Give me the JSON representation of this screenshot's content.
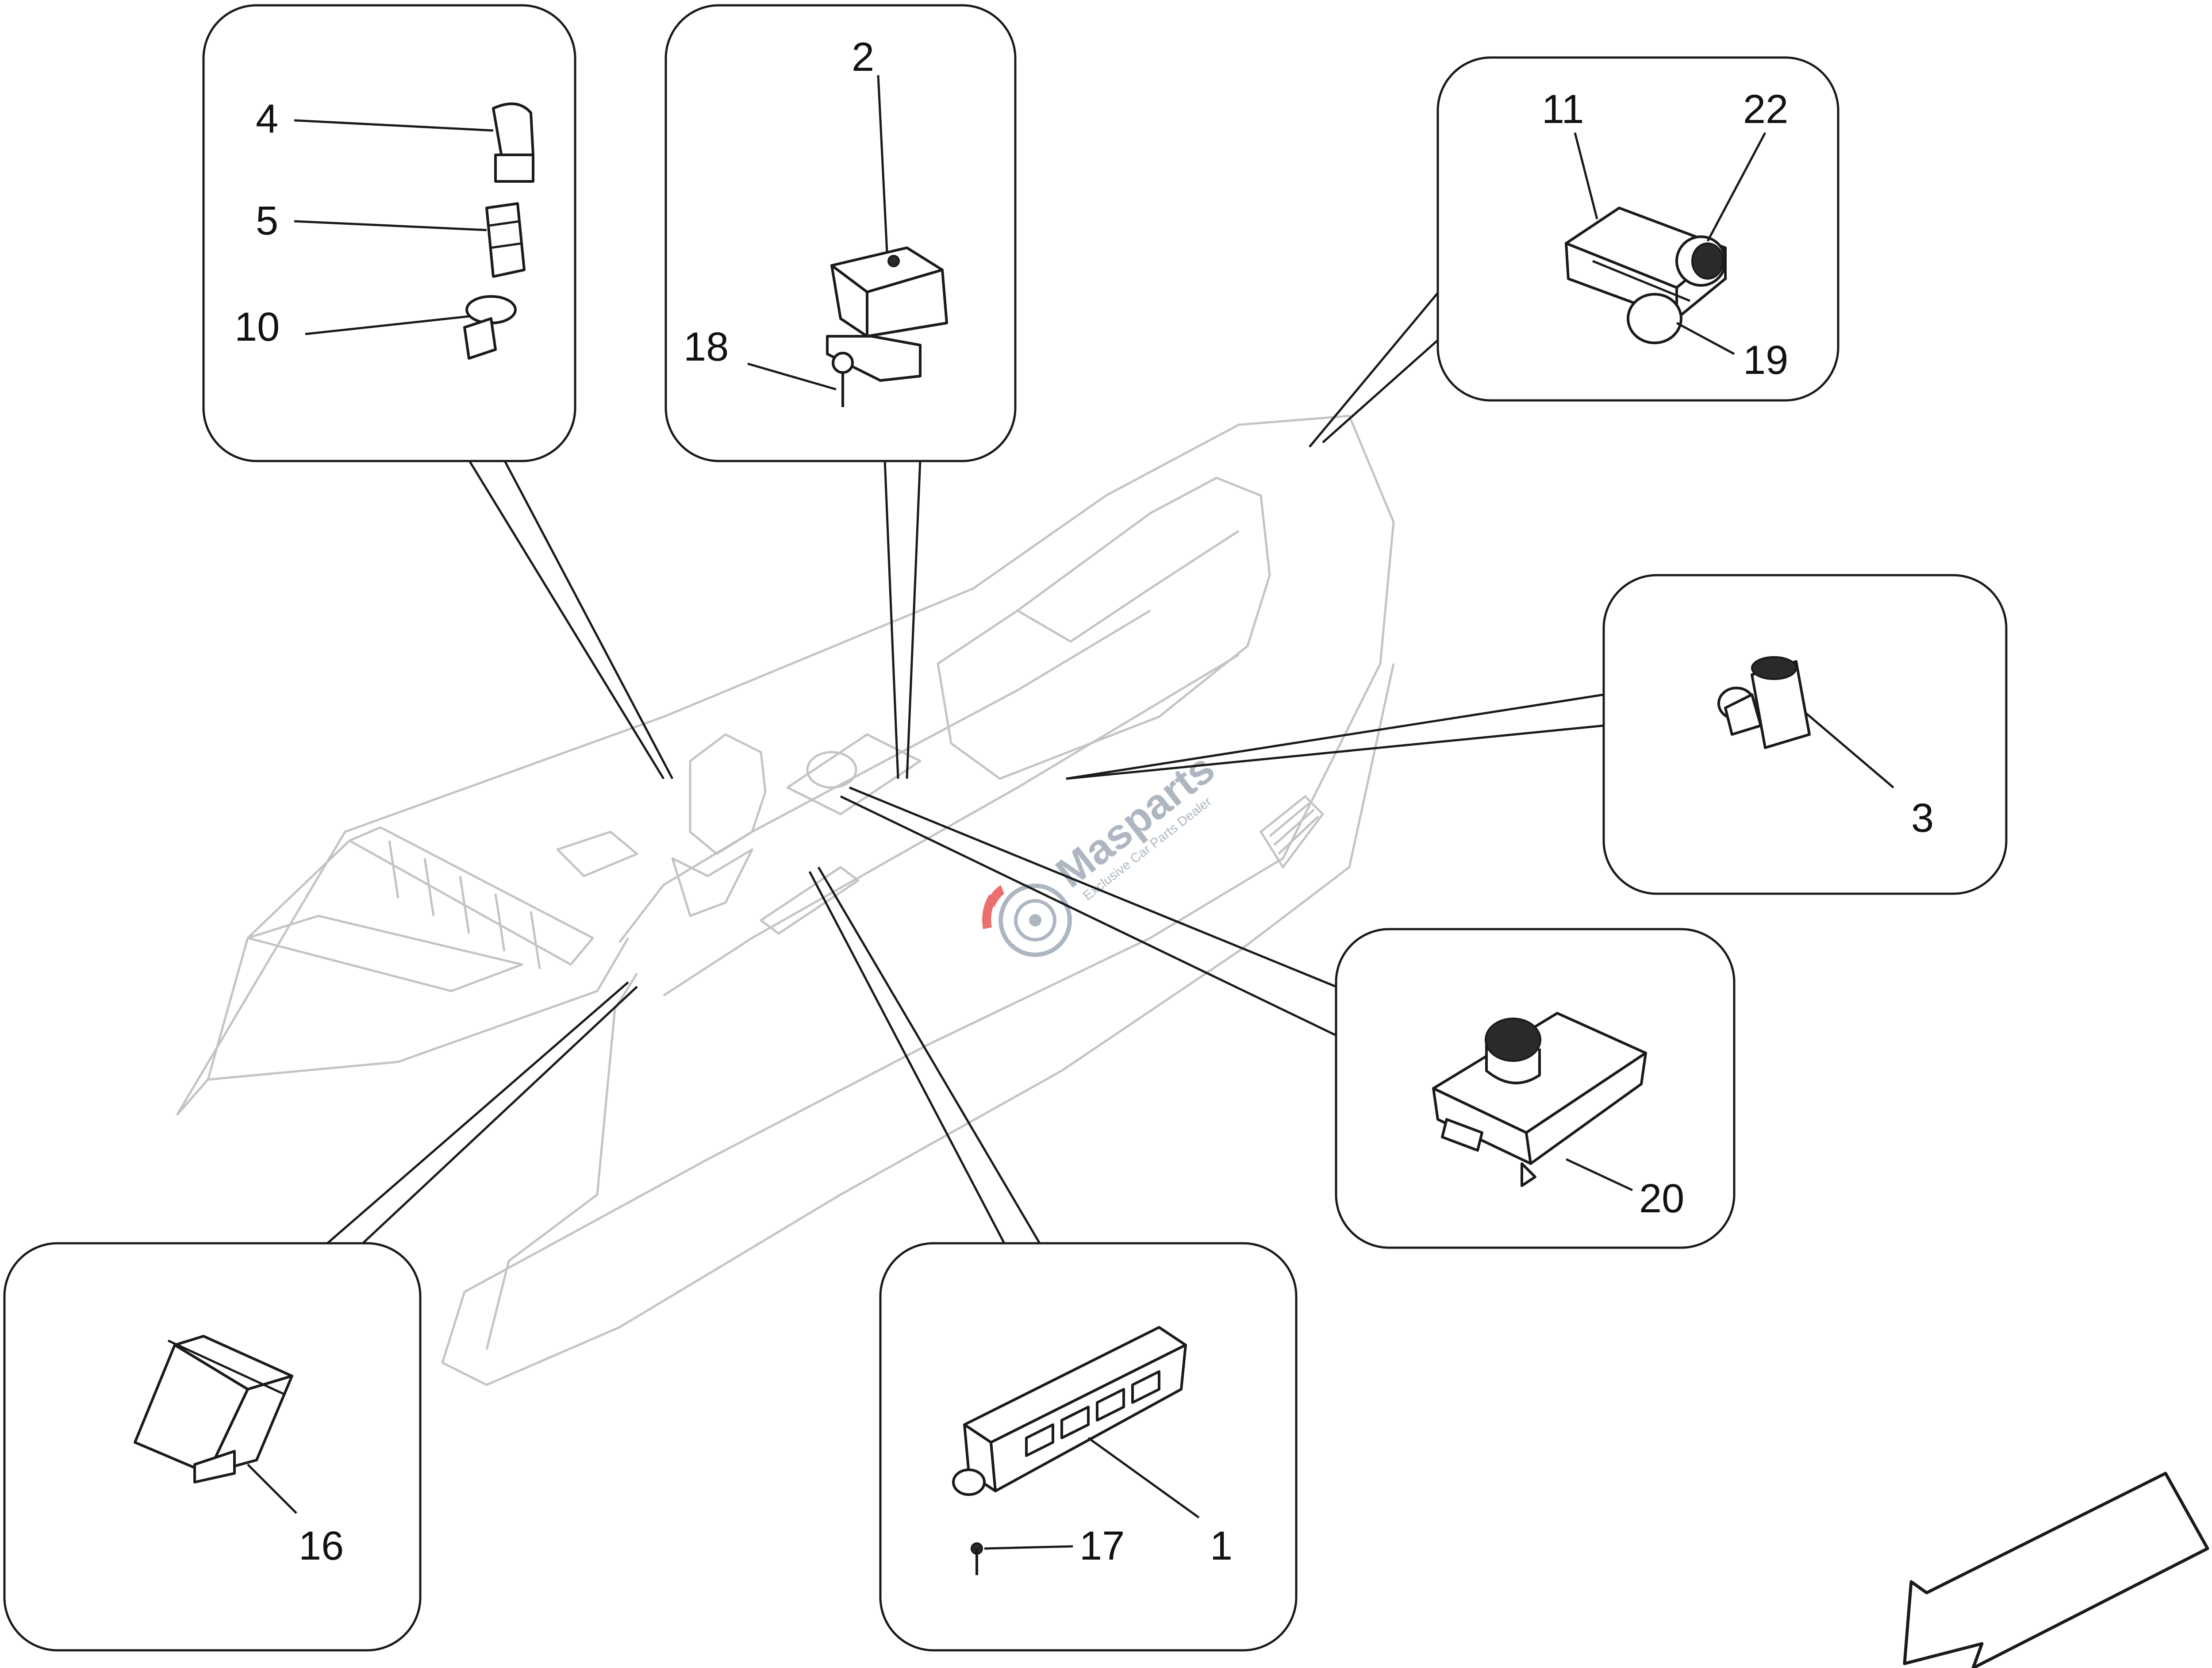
{
  "callouts": {
    "c1": "1",
    "c2": "2",
    "c3": "3",
    "c4": "4",
    "c5": "5",
    "c10": "10",
    "c11": "11",
    "c16": "16",
    "c17": "17",
    "c18": "18",
    "c19": "19",
    "c20": "20",
    "c22": "22"
  },
  "watermark": {
    "brand": "Masparts",
    "tagline": "Exclusive Car Parts Dealer"
  },
  "colors": {
    "line": "#1a1a1a",
    "ghost": "#c4c4c4",
    "watermark": "#9aa6b2",
    "watermark_accent": "#e64b4b"
  },
  "icons": {
    "direction_arrow": "direction-arrow-icon",
    "watermark_logo": "gear-logo-icon"
  }
}
